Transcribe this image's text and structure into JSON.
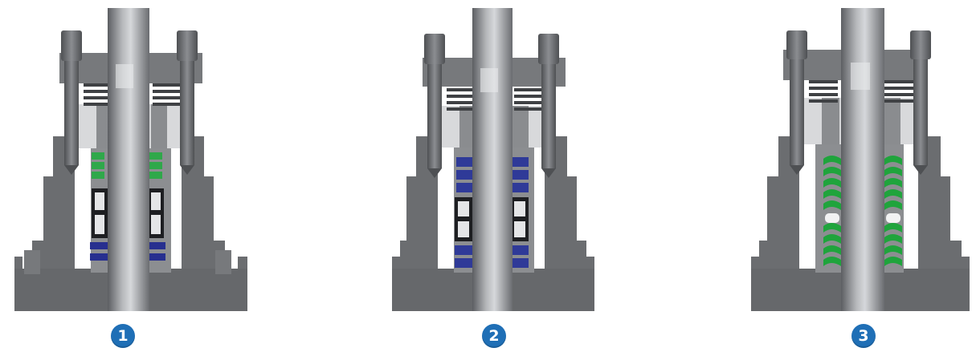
{
  "figure": {
    "panels": [
      {
        "number": "1",
        "packing": "mixed",
        "upper_ring_color": "#2fa84a",
        "lower_ring_color": "#272f8f",
        "has_lantern_ring": true
      },
      {
        "number": "2",
        "packing": "braided",
        "upper_ring_color": "#2f3a98",
        "lower_ring_color": "#2f3a98",
        "has_lantern_ring": true
      },
      {
        "number": "3",
        "packing": "chevron",
        "upper_ring_color": "#1fa43c",
        "lower_ring_color": "#1fa43c",
        "has_lantern_ring": false
      }
    ],
    "colors": {
      "body": "#6b6d70",
      "body_dark": "#505255",
      "stem": "#9a9ca0",
      "stem_highlight": "#d3d5d8",
      "bolt": "#6e7074",
      "badge": "#1f6fb6"
    }
  }
}
